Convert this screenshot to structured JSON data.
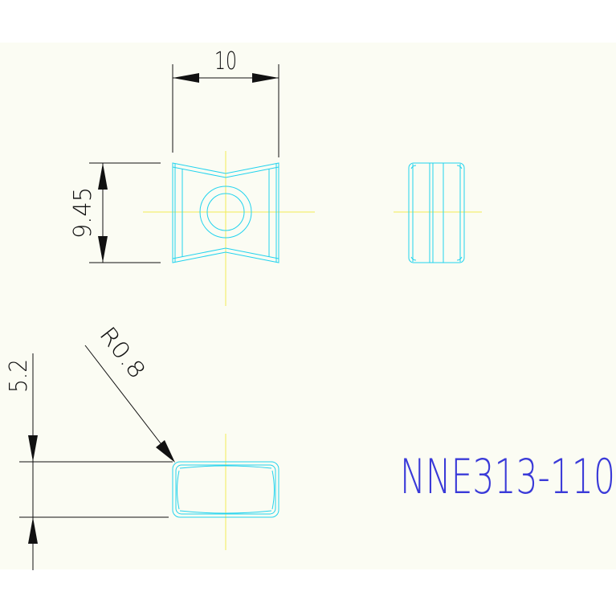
{
  "drawing": {
    "dimensions": {
      "width_label": "10",
      "height_label": "9.45",
      "thickness_label": "5.2",
      "radius_label": "R0.8"
    },
    "part_number": "NNE313-110"
  },
  "colors": {
    "sheet_background": "#fbfcf3",
    "part_outline": "#22d3ee",
    "centerline": "#f2ec55",
    "dimension": "#111111",
    "part_number_text": "#3a3ad8"
  }
}
